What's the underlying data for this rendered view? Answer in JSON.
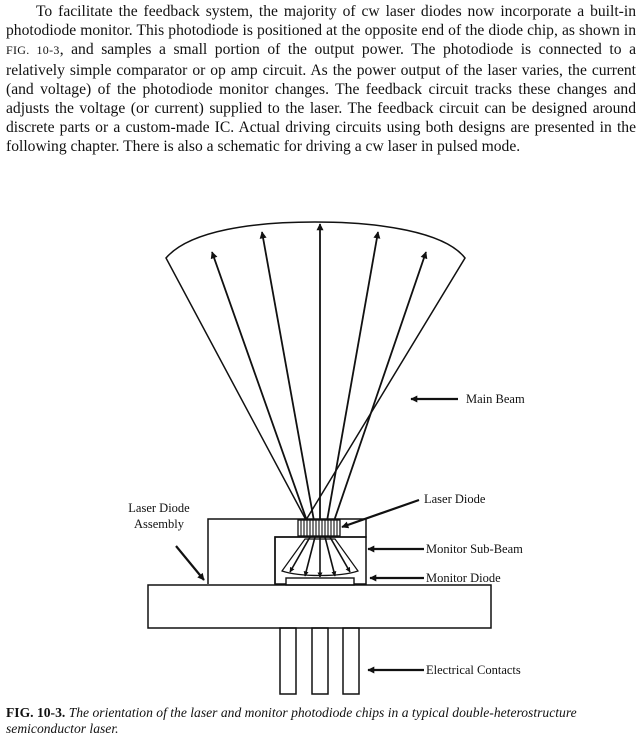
{
  "body": {
    "text_before_ref": "To facilitate the feedback system, the majority of cw laser diodes now incorporate a built-in photodiode monitor. This photodiode is positioned at the opposite end of the diode chip, as shown in ",
    "figure_ref": "FIG. 10-3",
    "text_after_ref": ", and samples a small portion of the output power. The photodiode is connected to a relatively simple comparator or op amp circuit. As the power output of the laser varies, the current (and voltage) of the photodiode monitor changes. The feedback circuit tracks these changes and adjusts the voltage (or current) supplied to the laser. The feedback circuit can be designed around discrete parts or a custom-made IC. Actual driving circuits using both designs are presented in the following chapter. There is also a schematic for driving a cw laser in pulsed mode."
  },
  "diagram": {
    "labels": {
      "main_beam": "Main Beam",
      "laser_diode": "Laser Diode",
      "laser_diode_assembly_line1": "Laser Diode",
      "laser_diode_assembly_line2": "Assembly",
      "monitor_sub_beam": "Monitor Sub-Beam",
      "monitor_diode": "Monitor Diode",
      "electrical_contacts": "Electrical Contacts"
    }
  },
  "caption": {
    "figure_number": "FIG. 10-3.",
    "text": "The orientation of the laser and monitor photodiode chips in a typical double-heterostructure semiconductor laser."
  }
}
